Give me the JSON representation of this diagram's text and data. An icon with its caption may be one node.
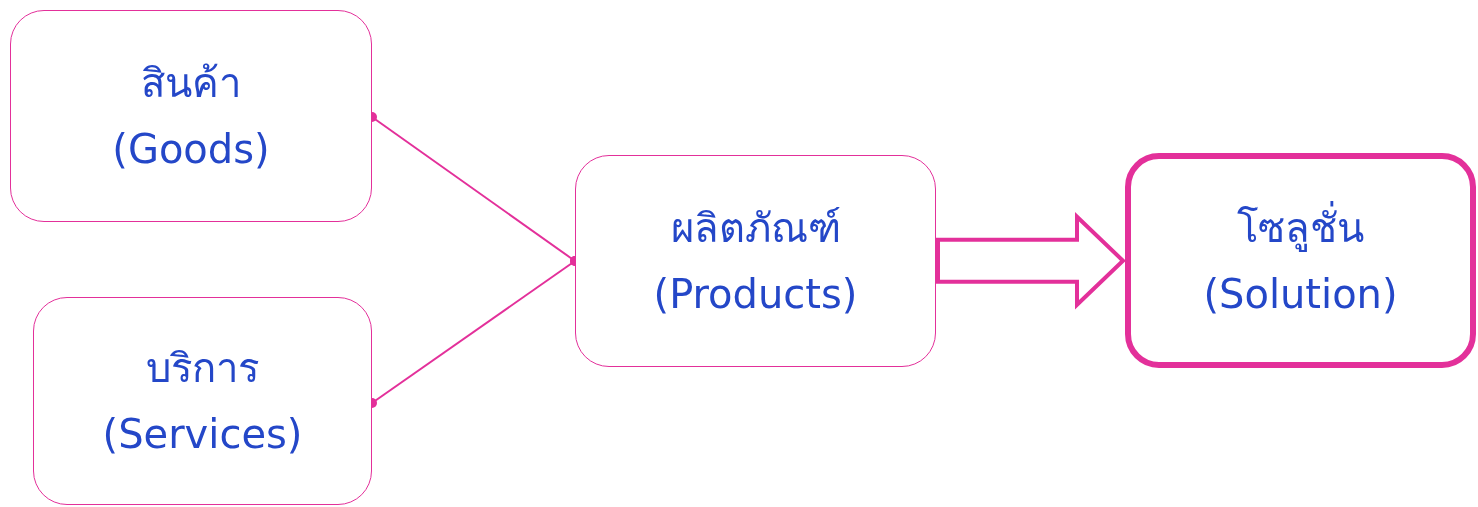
{
  "diagram": {
    "nodes": [
      {
        "text": [
          "สินค้า",
          "(Goods)"
        ]
      },
      {
        "text": [
          "บริการ",
          "(Services)"
        ]
      },
      {
        "text": [
          "ผลิตภัณฑ์",
          "(Products)"
        ]
      },
      {
        "text": [
          "โซลูชั่น",
          "(Solution)"
        ]
      }
    ],
    "edges": [
      {
        "from": 0,
        "to": 2,
        "arrow": "other"
      },
      {
        "from": 1,
        "to": 2,
        "arrow": "other"
      },
      {
        "from": 2,
        "to": 3,
        "arrow": "to",
        "style": "thick"
      }
    ]
  }
}
